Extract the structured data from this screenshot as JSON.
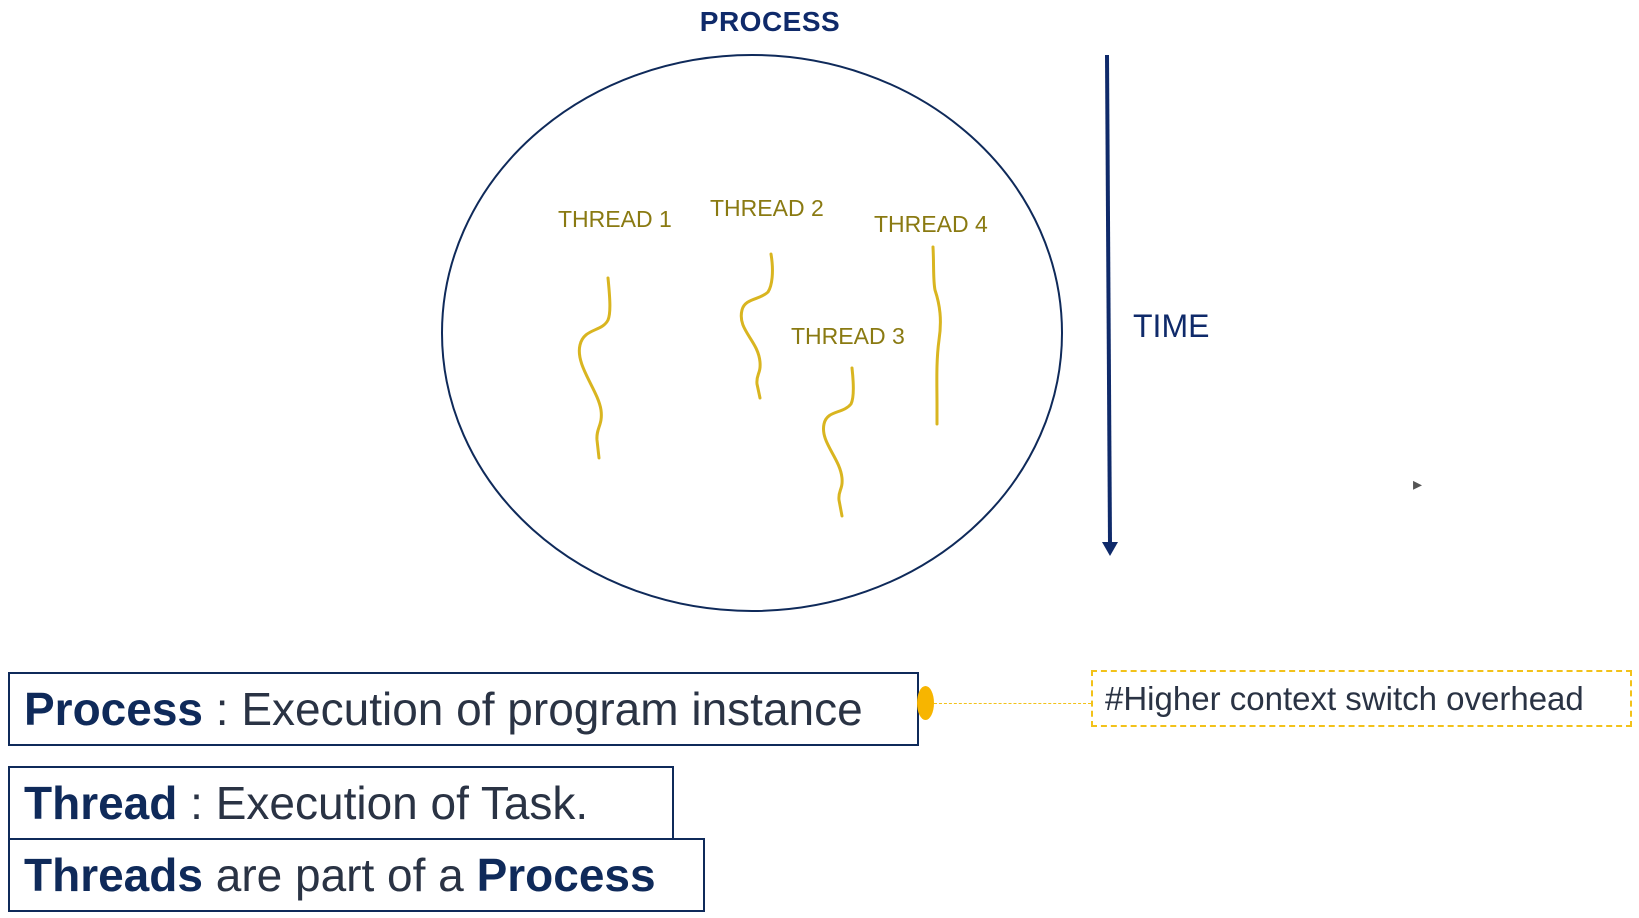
{
  "diagram": {
    "title": "PROCESS",
    "time_label": "TIME",
    "threads": [
      {
        "label": "THREAD 1"
      },
      {
        "label": "THREAD 2"
      },
      {
        "label": "THREAD 3"
      },
      {
        "label": "THREAD 4"
      }
    ],
    "colors": {
      "process_outline": "#0f2a5a",
      "thread_line": "#d9b520",
      "thread_label": "#8a7a12",
      "time_arrow": "#0f2a6a",
      "note_border": "#f2c21a",
      "bullet": "#f7b500"
    }
  },
  "definitions": {
    "process": {
      "term": "Process",
      "text": " : Execution of program instance"
    },
    "thread": {
      "term": "Thread",
      "text": " : Execution of Task."
    },
    "relation": {
      "part1": "Threads",
      "part2": " are part of a ",
      "part3": "Process"
    }
  },
  "note": {
    "text": "#Higher context switch overhead"
  },
  "icons": {
    "cursor": "cursor-pointer-icon"
  }
}
